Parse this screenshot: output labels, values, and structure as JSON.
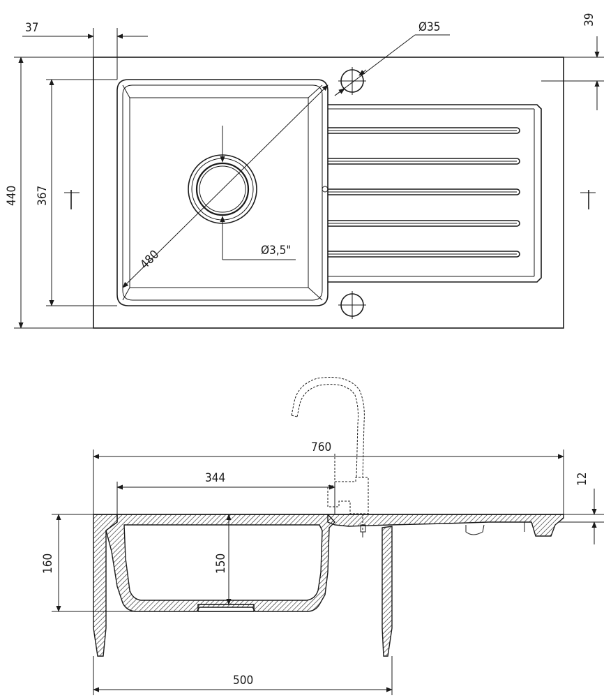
{
  "top_view": {
    "dim_37": "37",
    "dim_39": "39",
    "dim_d35": "Ø35",
    "dim_440": "440",
    "dim_367": "367",
    "dim_480": "480",
    "dim_d35in": "Ø3,5\""
  },
  "section_view": {
    "dim_760": "760",
    "dim_12": "12",
    "dim_344": "344",
    "dim_160": "160",
    "dim_150": "150",
    "dim_500": "500"
  }
}
